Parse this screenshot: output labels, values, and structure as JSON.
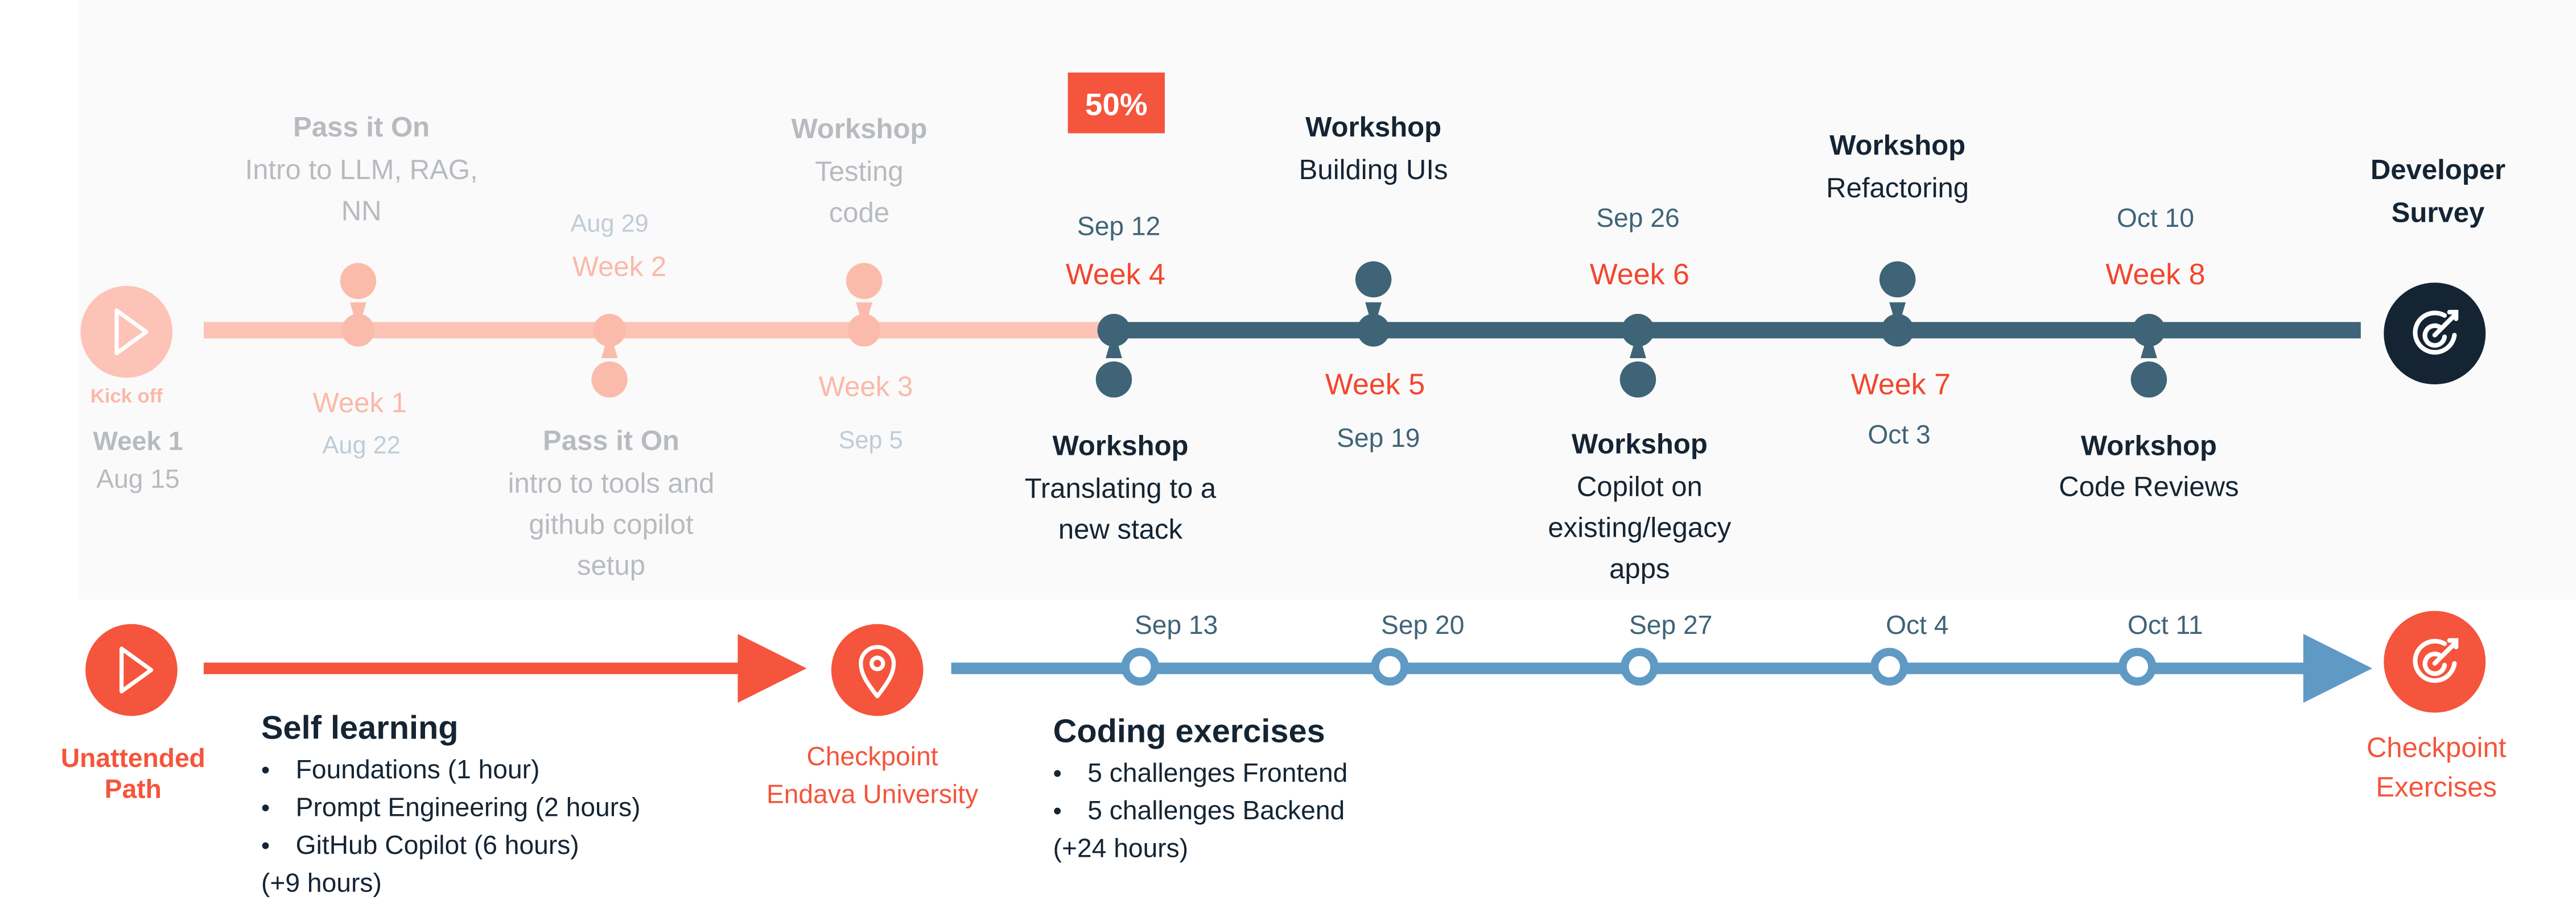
{
  "colors": {
    "background": "#fafafa",
    "done_faded": "#fdc3b6",
    "done_node": "#fbbbab",
    "done_text": "#b7bbc0",
    "done_date": "#c0ccd6",
    "done_week": "#fbb8a8",
    "current_blue": "#3f6477",
    "future_week": "#f3462d",
    "dark_navy": "#142433",
    "accent_red": "#f4553c",
    "path_blue": "#5f9ac4"
  },
  "progress_badge": {
    "label": "50%",
    "fraction": 0.5
  },
  "top_timeline": {
    "start": {
      "caption": "Kick off",
      "week": "Week 1",
      "date": "Aug 15",
      "icon": "play-icon"
    },
    "weeks": [
      {
        "week": "Week 2",
        "date": "Aug 29",
        "state": "done",
        "event_title": "Pass it On",
        "event_lines": [
          "intro to tools and",
          "github copilot",
          "setup"
        ]
      },
      {
        "week": "Week 3",
        "date": "Sep 5",
        "state": "done",
        "event_title": "Workshop",
        "event_lines": [
          "Testing",
          "code"
        ]
      },
      {
        "week": "Week 4",
        "date": "Sep 12",
        "state": "current",
        "event_title": "Workshop",
        "event_lines": [
          "Translating to a",
          "new stack"
        ]
      },
      {
        "week": "Week 5",
        "date": "Sep 19",
        "state": "future",
        "event_title": "Workshop",
        "event_lines": [
          "Building UIs"
        ]
      },
      {
        "week": "Week 6",
        "date": "Sep 26",
        "state": "future",
        "event_title": "Workshop",
        "event_lines": [
          "Copilot on",
          "existing/legacy",
          "apps"
        ]
      },
      {
        "week": "Week 7",
        "date": "Oct 3",
        "state": "future",
        "event_title": "Workshop",
        "event_lines": [
          "Refactoring"
        ]
      },
      {
        "week": "Week 8",
        "date": "Oct 10",
        "state": "future",
        "event_title": "Workshop",
        "event_lines": [
          "Code Reviews"
        ]
      }
    ],
    "first_event": {
      "title": "Pass it On",
      "lines": [
        "Intro to LLM, RAG,",
        "NN"
      ],
      "week": "Week 1",
      "date": "Aug 22"
    },
    "end": {
      "title_lines": [
        "Developer",
        "Survey"
      ],
      "icon": "target-icon"
    }
  },
  "bottom_path": {
    "start": {
      "label_lines": [
        "Unattended",
        "Path"
      ],
      "icon": "play-icon"
    },
    "self_learning": {
      "title": "Self learning",
      "items": [
        "Foundations (1 hour)",
        "Prompt Engineering (2 hours)",
        "GitHub Copilot (6 hours)"
      ],
      "note": "(+9 hours)"
    },
    "checkpoint": {
      "label_lines": [
        "Checkpoint",
        "Endava University"
      ],
      "icon": "map-pin-icon"
    },
    "coding": {
      "title": "Coding exercises",
      "items": [
        "5 challenges Frontend",
        "5 challenges Backend"
      ],
      "note": "(+24 hours)"
    },
    "milestones": [
      "Sep 13",
      "Sep 20",
      "Sep 27",
      "Oct 4",
      "Oct 11"
    ],
    "end": {
      "label_lines": [
        "Checkpoint",
        "Exercises"
      ],
      "icon": "target-icon"
    }
  }
}
